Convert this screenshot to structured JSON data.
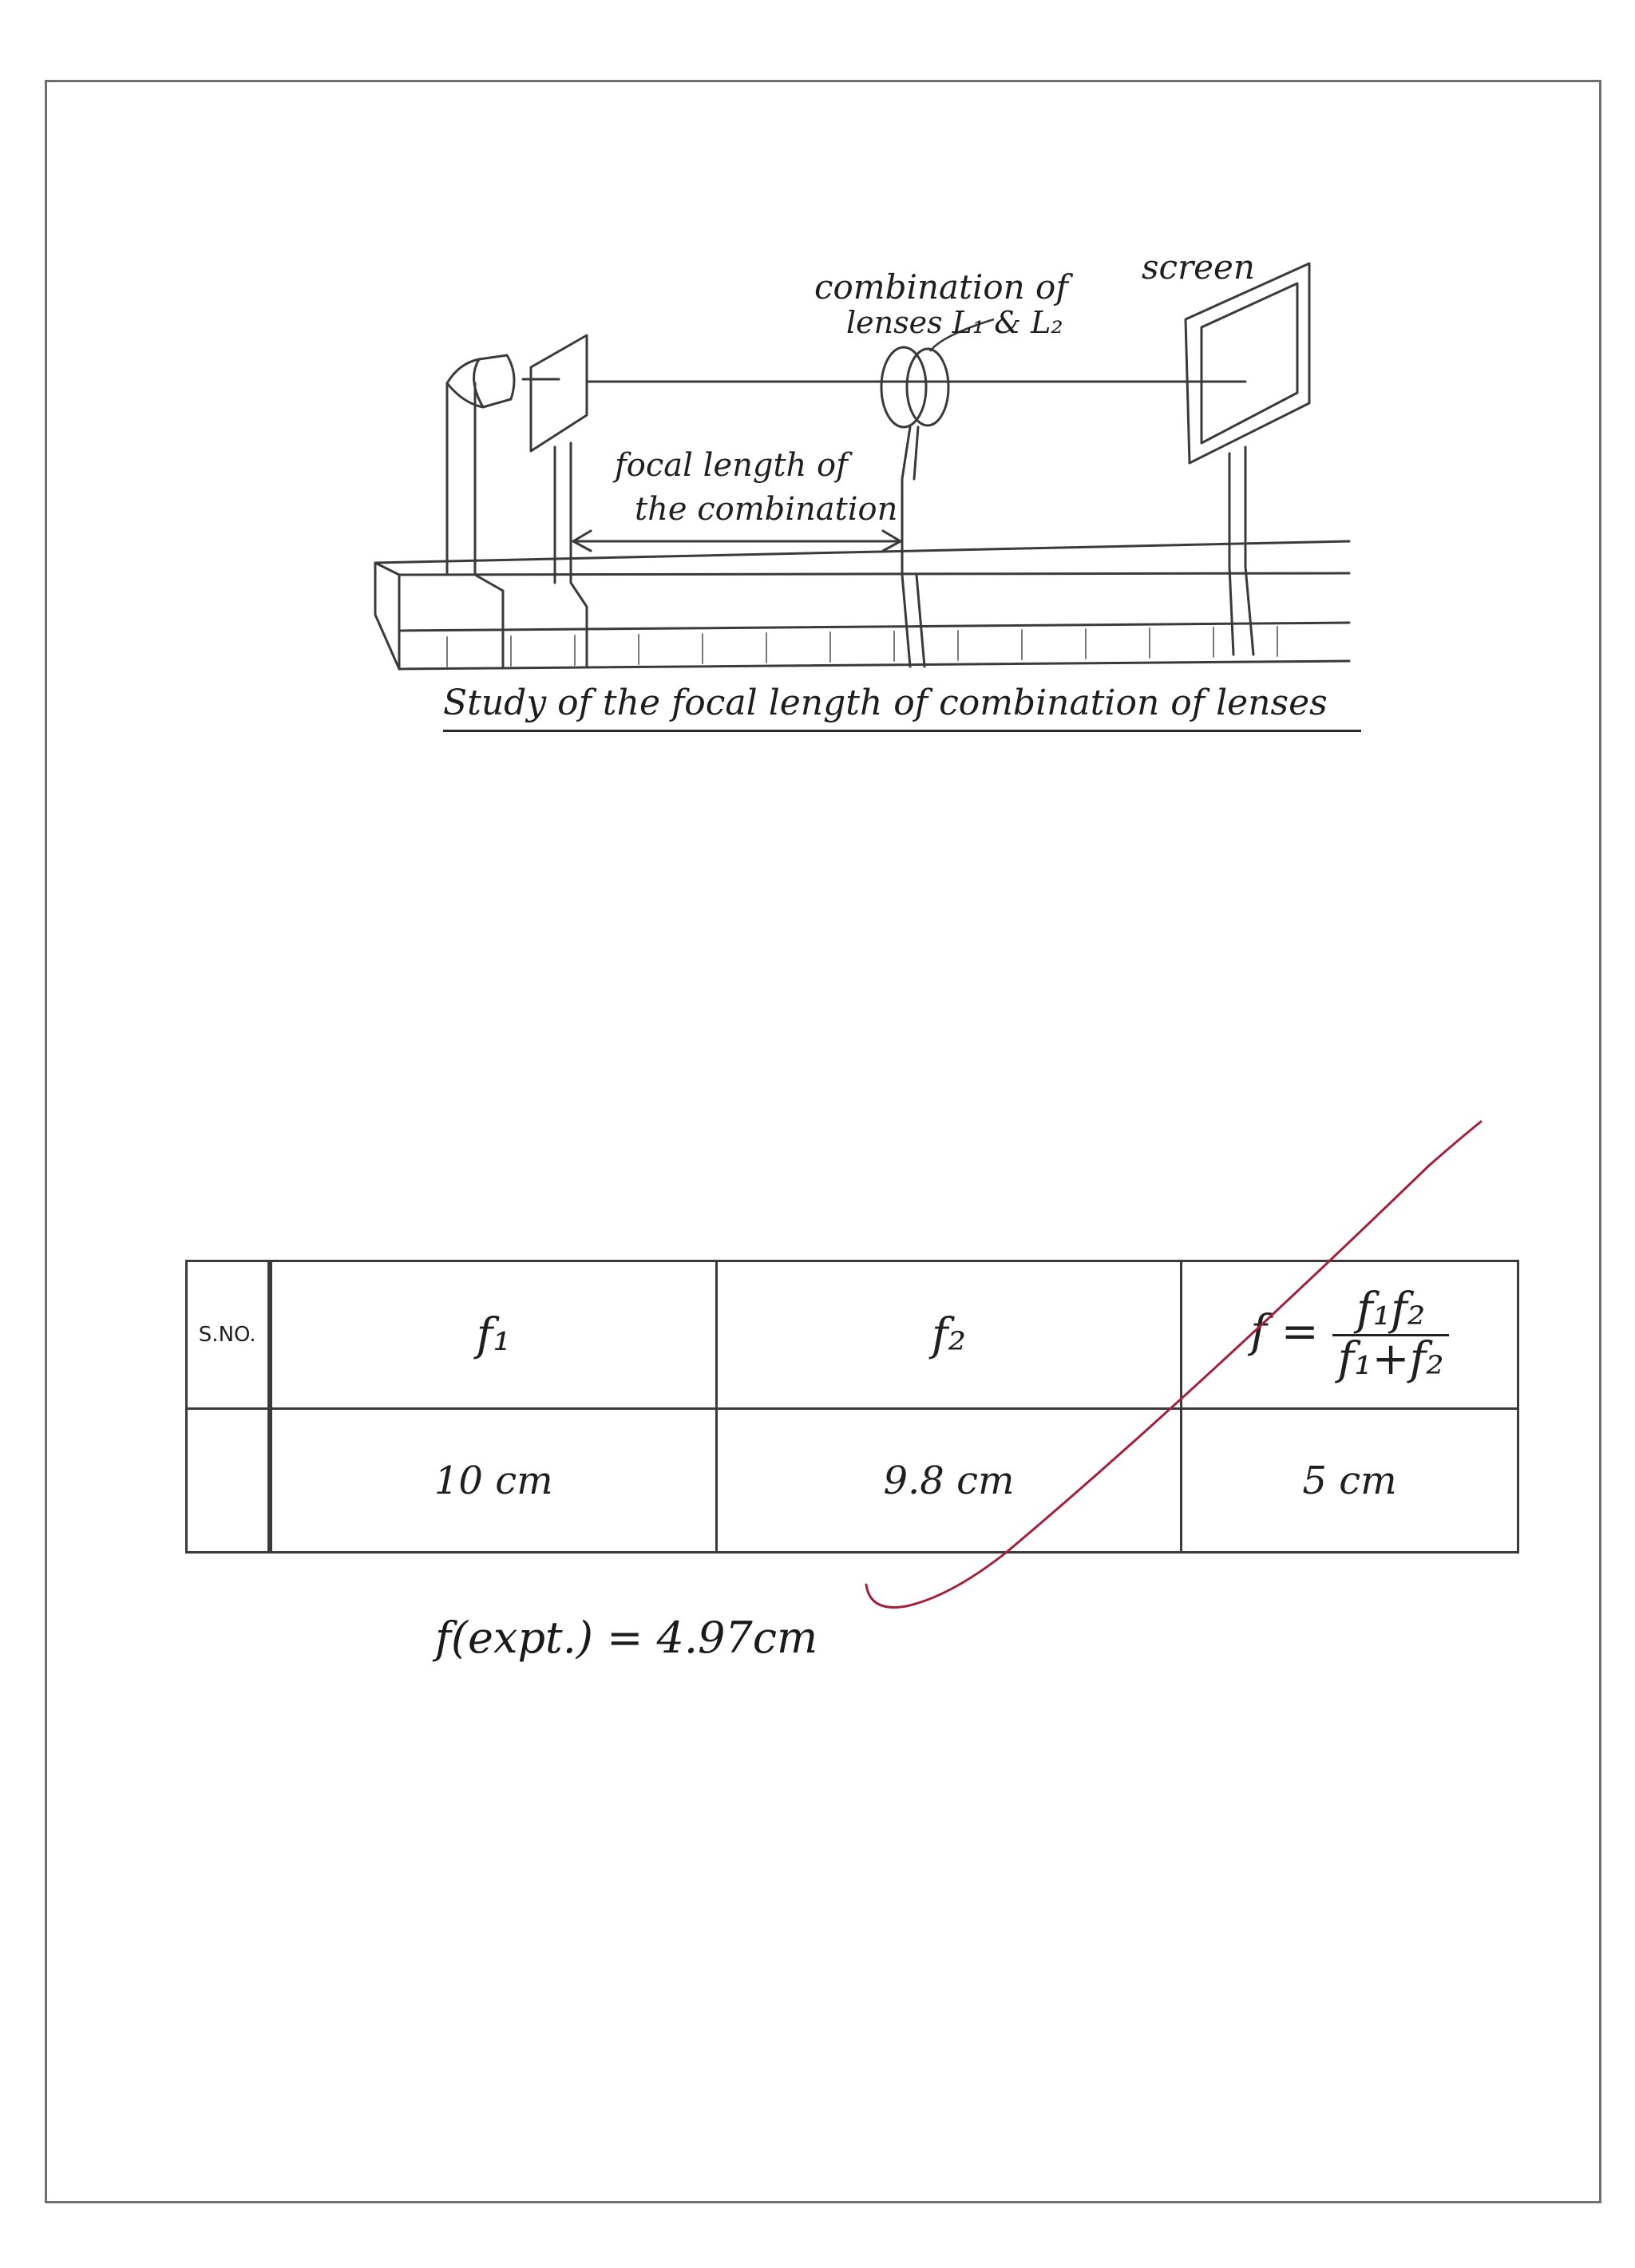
{
  "diagram": {
    "label_combination_line1": "combination of",
    "label_combination_line2": "lenses L₁ & L₂",
    "label_screen": "screen",
    "label_focal_line1": "focal length of",
    "label_focal_line2": "the combination",
    "caption": "Study of the focal length of combination of lenses"
  },
  "table": {
    "headers": [
      "S.NO.",
      "f₁",
      "f₂",
      "f ="
    ],
    "formula_numerator": "f₁f₂",
    "formula_denominator": "f₁+f₂",
    "rows": [
      {
        "sno": "",
        "f1": "10 cm",
        "f2": "9.8 cm",
        "f": "5 cm"
      }
    ]
  },
  "result": "f(expt.) = 4.97cm",
  "colors": {
    "ink": "#1f1f1f",
    "check_mark": "#a3203a",
    "border": "#6f6f6f"
  }
}
